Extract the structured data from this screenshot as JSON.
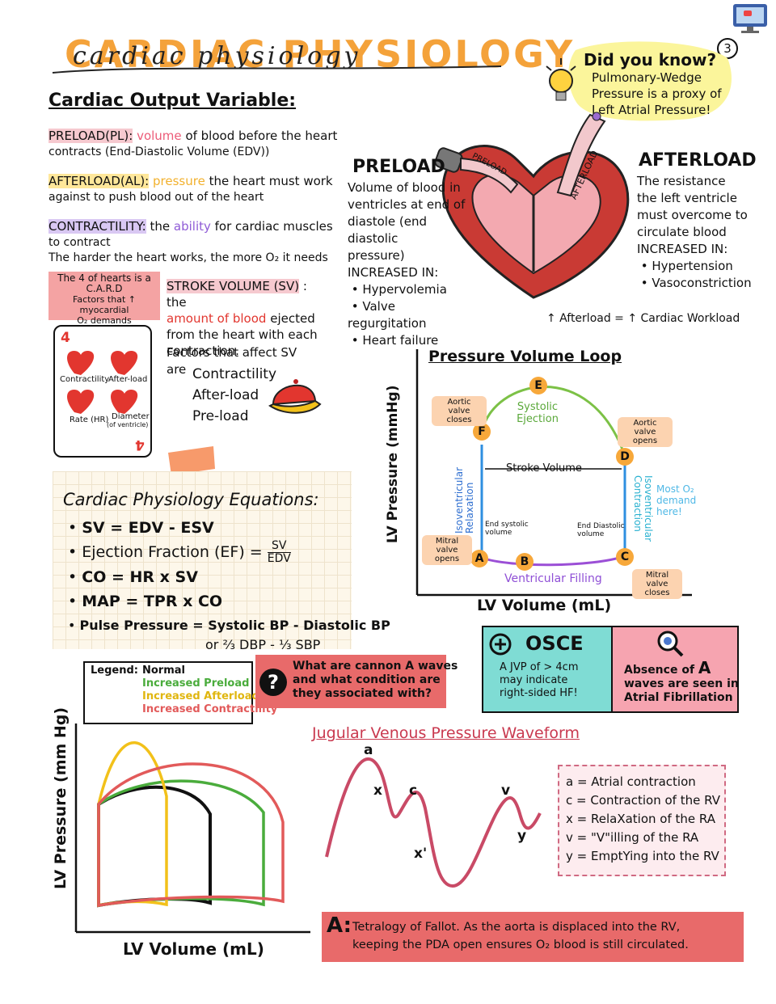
{
  "page": {
    "title_main": "CARDIAC PHYSIOLOGY",
    "title_script": "cardiac physiology",
    "page_number": "3",
    "monitor_icon": "computer-monitor-icon"
  },
  "did_you_know": {
    "heading": "Did you know?",
    "lines": [
      "Pulmonary-Wedge",
      "Pressure is a proxy of",
      "Left Atrial Pressure!"
    ],
    "icon": "lightbulb-icon"
  },
  "co_variables": {
    "heading": "Cardiac Output Variable:",
    "preload_label": "PRELOAD(PL):",
    "preload_key": "volume",
    "preload_rest": "of blood before the heart",
    "preload_line2": "contracts (End-Diastolic Volume (EDV))",
    "afterload_label": "AFTERLOAD(AL):",
    "afterload_key": "pressure",
    "afterload_rest": "the heart must work",
    "afterload_line2": "against to push blood out of the heart",
    "contractility_label": "CONTRACTILITY:",
    "contractility_pre": "the",
    "contractility_key": "ability",
    "contractility_rest": "for cardiac muscles",
    "contractility_line2": "to contract",
    "harder_line": "The harder the heart works, the more O₂ it needs"
  },
  "card_box": {
    "line1": "The 4 of hearts is a",
    "line2": "C.A.R.D",
    "line3": "Factors that ↑ myocardial",
    "line4": "O₂ demands",
    "rank": "4",
    "contractility": "Contractility",
    "afterload": "After-load",
    "rate": "Rate (HR)",
    "diameter": "Diameter",
    "diameter_sub": "(of ventricle)"
  },
  "stroke_volume": {
    "label": "STROKE VOLUME (SV)",
    "colon": ": the",
    "key": "amount of blood",
    "rest1": "ejected",
    "rest2": "from the heart with each",
    "rest3": "contraction.",
    "factors_heading": "Factors that affect SV",
    "factors_are": "are",
    "factors": [
      "Contractility",
      "After-load",
      "Pre-load"
    ],
    "hat_icon": "cap-icon"
  },
  "equations": {
    "heading": "Cardiac Physiology Equations:",
    "sv": "SV = EDV - ESV",
    "ef_pre": "Ejection Fraction (EF) =",
    "ef_num": "SV",
    "ef_den": "EDV",
    "co": "CO = HR x SV",
    "map": "MAP = TPR x CO",
    "pp": "Pulse Pressure = Systolic BP - Diastolic BP",
    "pp2": "or ⅔ DBP - ⅓ SBP"
  },
  "heart": {
    "preload_heading": "PRELOAD",
    "preload_desc": [
      "Volume of blood in",
      "ventricles at end of",
      "diastole (end diastolic",
      "pressure)"
    ],
    "preload_increased": "INCREASED IN:",
    "preload_list": [
      "Hypervolemia",
      "Valve regurgitation",
      "Heart failure"
    ],
    "afterload_heading": "AFTERLOAD",
    "afterload_desc": [
      "The resistance",
      "the left ventricle",
      "must overcome to",
      "circulate blood"
    ],
    "afterload_increased": "INCREASED IN:",
    "afterload_list": [
      "Hypertension",
      "Vasoconstriction"
    ],
    "tube_preload": "PRELOAD",
    "tube_afterload": "AFTERLOAD",
    "footer": "↑ Afterload = ↑ Cardiac Workload"
  },
  "pv_loop": {
    "title": "Pressure Volume Loop",
    "ylabel": "LV Pressure (mmHg)",
    "xlabel": "LV Volume (mL)",
    "points": [
      "A",
      "B",
      "C",
      "D",
      "E",
      "F"
    ],
    "aortic_closes": "Aortic valve closes",
    "aortic_opens": "Aortic valve opens",
    "mitral_opens": "Mitral valve opens",
    "mitral_closes": "Mitral valve closes",
    "systolic": "Systolic Ejection",
    "stroke_volume": "Stroke Volume",
    "iso_relax": "Isoventricular Relaxation",
    "iso_contract": "Isoventricular Contraction",
    "end_systolic": "End systolic volume",
    "end_diastolic": "End Diastolic volume",
    "vent_filling": "Ventricular Filling",
    "most_o2": "Most O₂ demand here!"
  },
  "osce": {
    "heading": "OSCE",
    "body": [
      "A JVP of > 4cm",
      "may indicate",
      "right-sided HF!"
    ],
    "plus_icon": "plus-circle-icon"
  },
  "afib": {
    "body_pre": "Absence of",
    "body_key": "A",
    "body_rest": [
      "waves are seen in",
      "Atrial Fibrillation"
    ],
    "icon": "magnifier-icon"
  },
  "legend_chart": {
    "legend_label": "Legend:",
    "entries": [
      {
        "name": "Normal",
        "color": "#111111"
      },
      {
        "name": "Increased Preload",
        "color": "#4aac3c"
      },
      {
        "name": "Increased Afterload",
        "color": "#f2c11a"
      },
      {
        "name": "Increased Contractility",
        "color": "#e25a5a"
      }
    ],
    "ylabel": "LV Pressure (mm Hg)",
    "xlabel": "LV Volume (mL)"
  },
  "question": {
    "text": [
      "What are cannon A waves",
      "and what condition are",
      "they associated with?"
    ],
    "icon": "question-circle-icon"
  },
  "jvp": {
    "title": "Jugular Venous Pressure Waveform",
    "labels": [
      "a",
      "x",
      "c",
      "x'",
      "v",
      "y"
    ],
    "key": [
      "a = Atrial contraction",
      "c = Contraction of the RV",
      "x = RelaXation of the RA",
      "v = \"V\"illing of the RA",
      "y = EmptYing into the RV"
    ]
  },
  "answer": {
    "label": "A:",
    "line1": "Tetralogy of Fallot. As the aorta is displaced into the RV,",
    "line2": "keeping the PDA open ensures O₂ blood is still circulated."
  }
}
